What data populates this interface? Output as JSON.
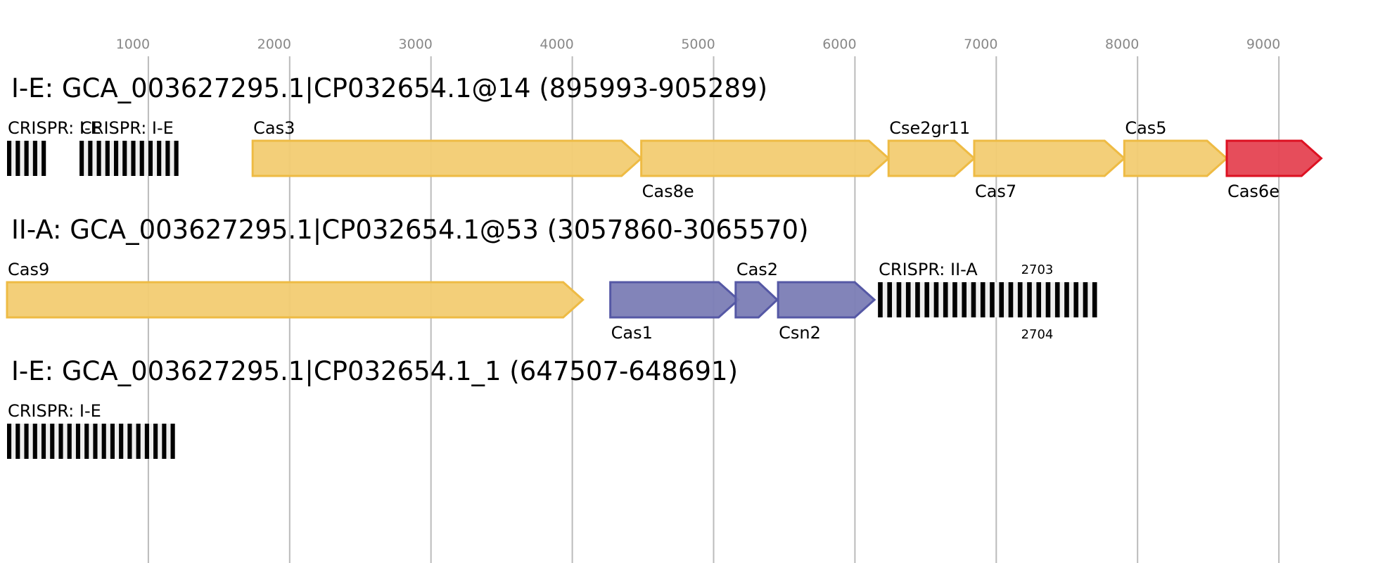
{
  "axis": {
    "ticks": [
      1000,
      2000,
      3000,
      4000,
      5000,
      6000,
      7000,
      8000,
      9000
    ],
    "range_bp": [
      0,
      9650
    ]
  },
  "colors": {
    "yellow_fill": "#f2cc72",
    "yellow_stroke": "#eebb44",
    "purple_fill": "#7b7db5",
    "purple_stroke": "#5558a5",
    "red_fill": "#e54352",
    "red_stroke": "#dd1122",
    "crispr_repeat": "#000000",
    "crispr_spacer": "#eeeeee",
    "grid": "#bbbbbb",
    "tick_text": "#888888"
  },
  "rows": [
    {
      "title": "I-E: GCA_003627295.1|CP032654.1@14 (895993-905289)",
      "features": [
        {
          "type": "crispr",
          "label": "CRISPR: I-E",
          "start": 0,
          "end": 275,
          "repeats": 5,
          "label_pos": "above"
        },
        {
          "type": "crispr",
          "label": "CRISPR: I-E",
          "start": 513,
          "end": 1213,
          "repeats": 12,
          "label_pos": "above"
        },
        {
          "type": "gene",
          "label": "Cas3",
          "start": 1738,
          "end": 4488,
          "color": "yellow",
          "label_pos": "above"
        },
        {
          "type": "gene",
          "label": "Cas8e",
          "start": 4488,
          "end": 6238,
          "color": "yellow",
          "label_pos": "below"
        },
        {
          "type": "gene",
          "label": "Cse2gr11",
          "start": 6238,
          "end": 6844,
          "color": "yellow",
          "label_pos": "above"
        },
        {
          "type": "gene",
          "label": "Cas7",
          "start": 6844,
          "end": 7906,
          "color": "yellow",
          "label_pos": "below"
        },
        {
          "type": "gene",
          "label": "Cas5",
          "start": 7906,
          "end": 8631,
          "color": "yellow",
          "label_pos": "above"
        },
        {
          "type": "gene",
          "label": "Cas6e",
          "start": 8631,
          "end": 9300,
          "color": "red",
          "label_pos": "below"
        }
      ]
    },
    {
      "title": "II-A: GCA_003627295.1|CP032654.1@53 (3057860-3065570)",
      "features": [
        {
          "type": "gene",
          "label": "Cas9",
          "start": 0,
          "end": 4075,
          "color": "yellow",
          "label_pos": "above"
        },
        {
          "type": "gene",
          "label": "Cas1",
          "start": 4269,
          "end": 5175,
          "color": "purple",
          "label_pos": "below"
        },
        {
          "type": "gene",
          "label": "Cas2",
          "start": 5156,
          "end": 5450,
          "color": "purple",
          "label_pos": "above"
        },
        {
          "type": "gene",
          "label": "Csn2",
          "start": 5456,
          "end": 6138,
          "color": "purple",
          "label_pos": "below"
        },
        {
          "type": "crispr",
          "label": "CRISPR: II-A",
          "start": 6163,
          "end": 7713,
          "repeats": 24,
          "label_pos": "above",
          "annotations": [
            {
              "text": "2703",
              "pos": "above",
              "at": 7300
            },
            {
              "text": "2704",
              "pos": "below",
              "at": 7300
            }
          ]
        }
      ]
    },
    {
      "title": "I-E: GCA_003627295.1|CP032654.1_1 (647507-648691)",
      "features": [
        {
          "type": "crispr",
          "label": "CRISPR: I-E",
          "start": 0,
          "end": 1188,
          "repeats": 20,
          "label_pos": "above"
        }
      ]
    }
  ]
}
